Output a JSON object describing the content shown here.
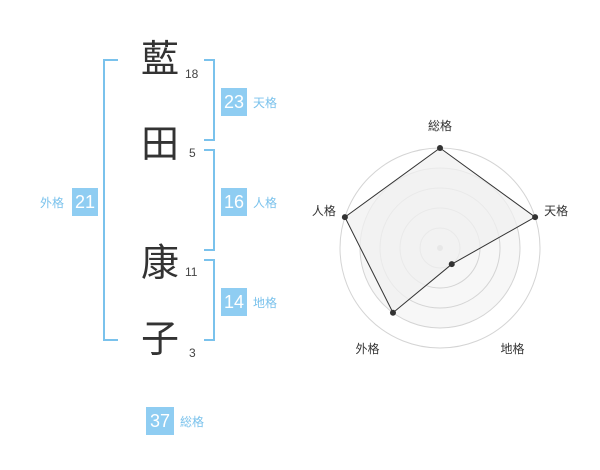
{
  "name_chars": [
    {
      "char": "藍",
      "strokes": "18"
    },
    {
      "char": "田",
      "strokes": "5"
    },
    {
      "char": "康",
      "strokes": "11"
    },
    {
      "char": "子",
      "strokes": "3"
    }
  ],
  "fortunes": {
    "tenkaku": {
      "label": "天格",
      "value": "23"
    },
    "jinkaku": {
      "label": "人格",
      "value": "16"
    },
    "chikaku": {
      "label": "地格",
      "value": "14"
    },
    "gaikaku": {
      "label": "外格",
      "value": "21"
    },
    "soukaku": {
      "label": "総格",
      "value": "37"
    }
  },
  "colors": {
    "box": "#8fcdf2",
    "bracket": "#7ac2ec",
    "radar_fill": "#f0f0f0"
  },
  "chart_data": {
    "type": "radar",
    "axes": [
      "総格",
      "天格",
      "地格",
      "外格",
      "人格"
    ],
    "values": [
      1.0,
      1.0,
      0.2,
      0.8,
      1.0
    ],
    "scale_max": 1.0,
    "rings": 5
  }
}
